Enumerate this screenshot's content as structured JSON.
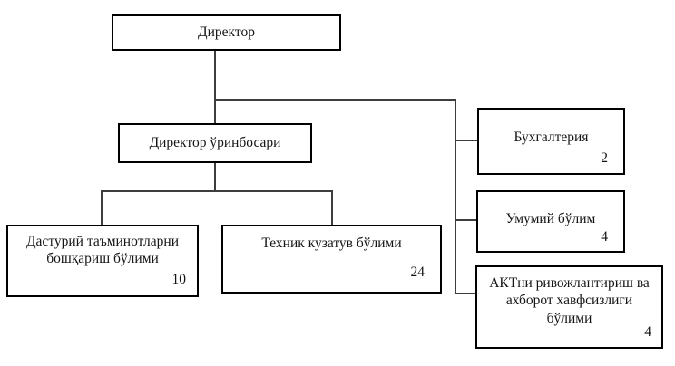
{
  "org_chart": {
    "type": "org-chart",
    "nodes": {
      "director": {
        "label": "Директор"
      },
      "deputy_director": {
        "label": "Директор ўринбосари"
      },
      "software_dept": {
        "label": "Дастурий таъминотларни бошқариш бўлими",
        "count": "10"
      },
      "technical_dept": {
        "label": "Техник кузатув бўлими",
        "count": "24"
      },
      "accounting": {
        "label": "Бухгалтерия",
        "count": "2"
      },
      "general_dept": {
        "label": "Умумий бўлим",
        "count": "4"
      },
      "ict_dept": {
        "label": "АКТни ривожлантириш ва ахборот хавфсизлиги бўлими",
        "count": "4"
      }
    },
    "colors": {
      "background": "#ffffff",
      "box_border": "#000000",
      "connector": "#3d3d3d",
      "text": "#141414"
    }
  }
}
